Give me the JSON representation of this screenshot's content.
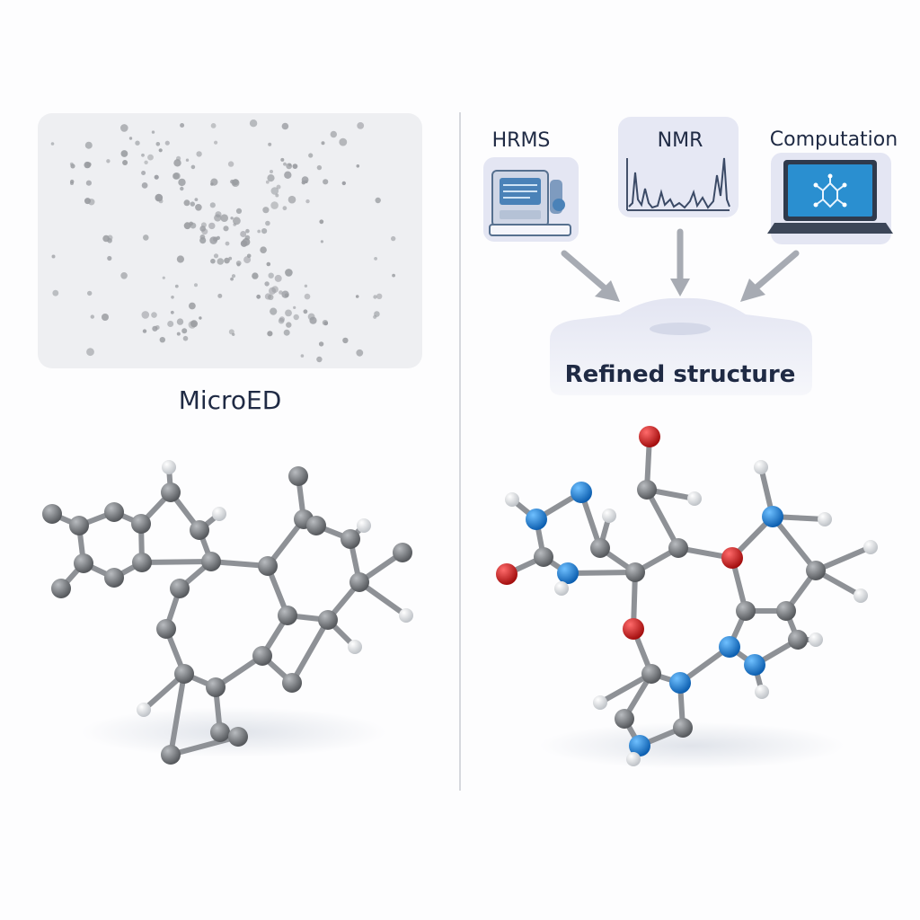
{
  "left_panel": {
    "title": "MicroED"
  },
  "right_panel": {
    "inputs": [
      {
        "label": "HRMS",
        "icon": "mass-spectrometer-icon"
      },
      {
        "label": "NMR",
        "icon": "nmr-spectrum-icon"
      },
      {
        "label": "Computation",
        "icon": "laptop-molecule-icon"
      }
    ],
    "output_label": "Refined structure"
  },
  "colors": {
    "carbon": "#6b6e72",
    "hydrogen": "#e9ecef",
    "nitrogen": "#1e7fd1",
    "oxygen": "#d11a1a",
    "label_text": "#1f2a44"
  }
}
